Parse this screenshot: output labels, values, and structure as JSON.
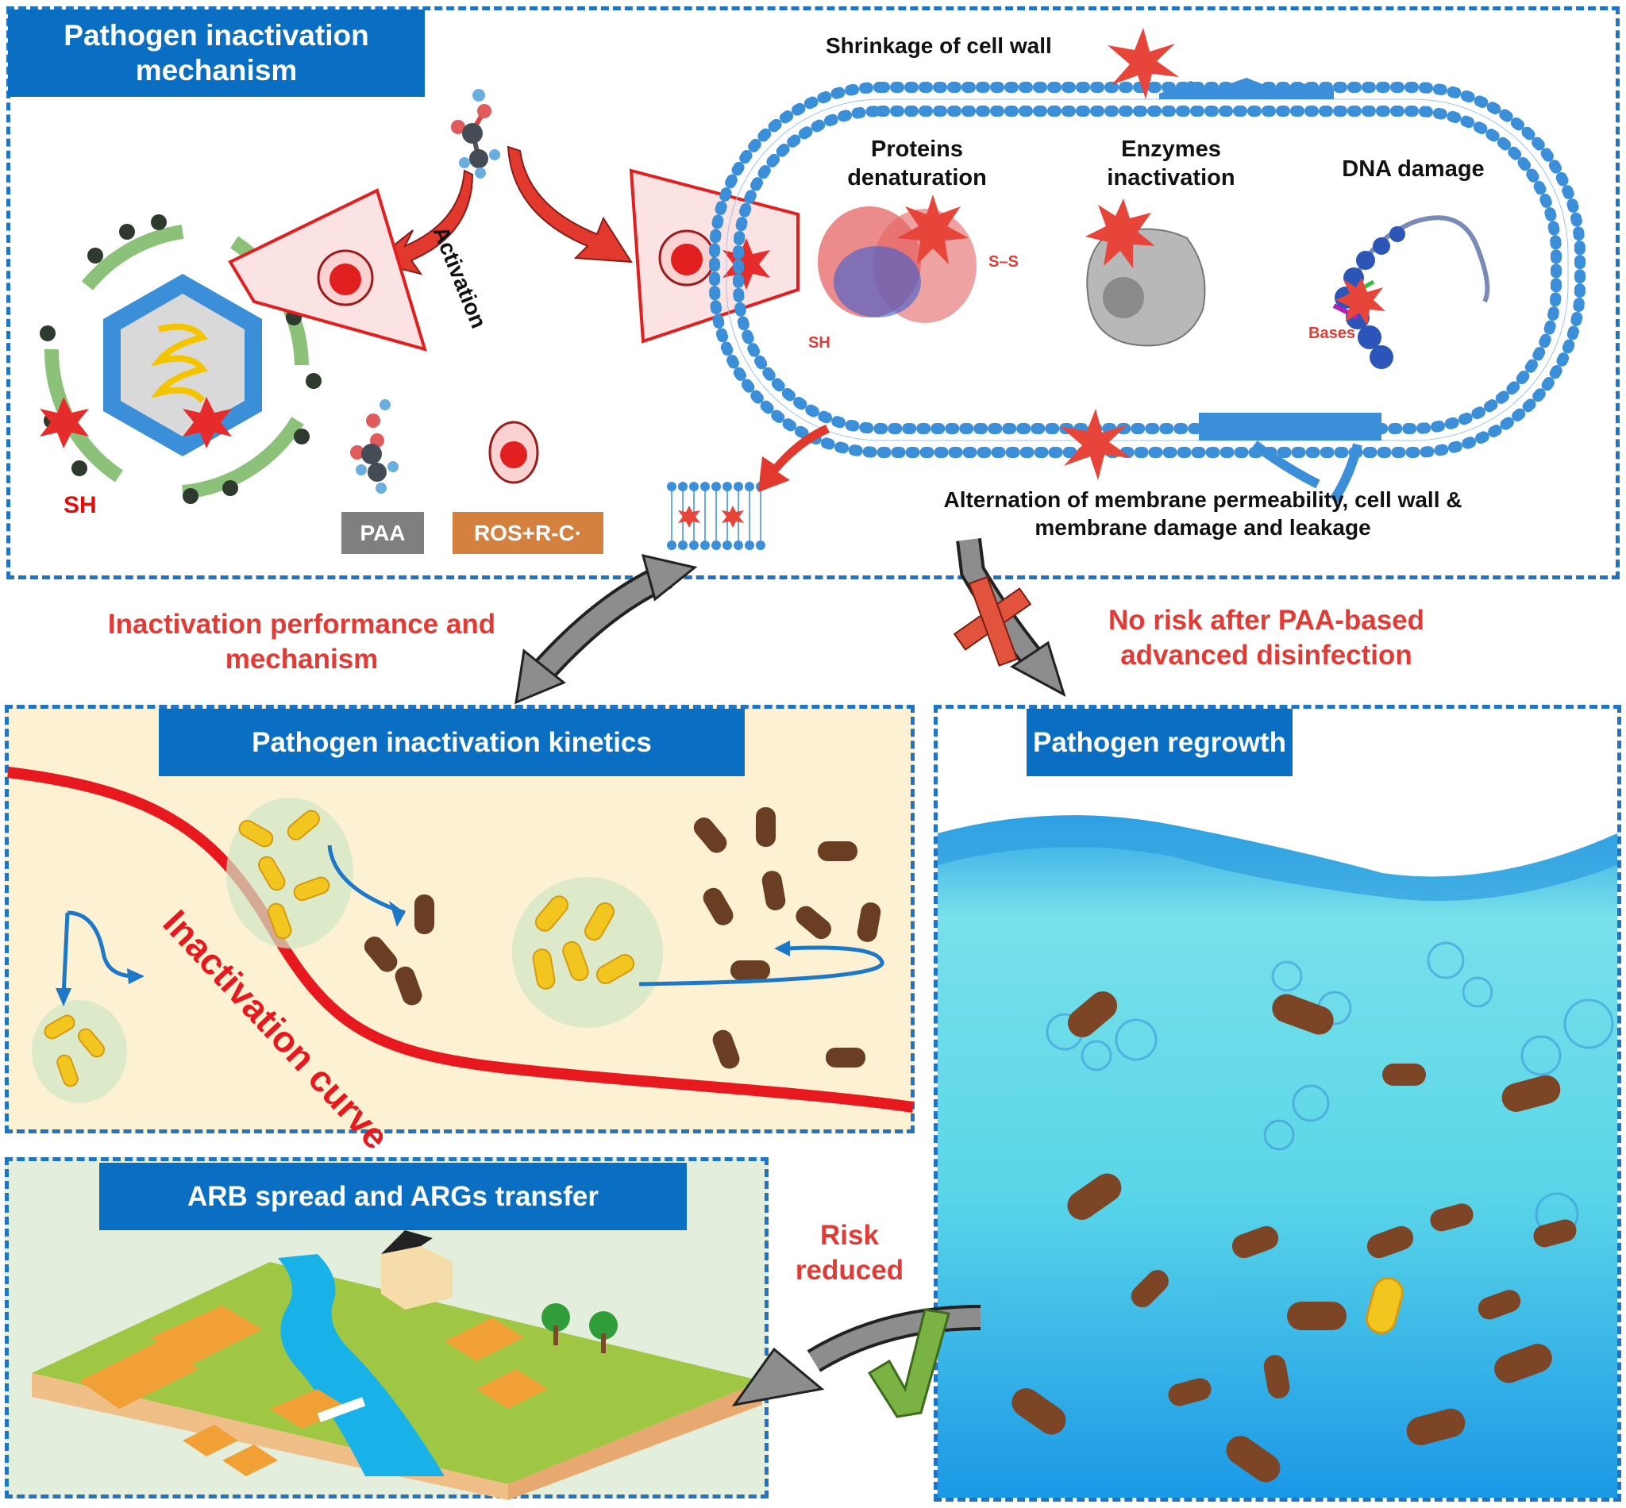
{
  "panels": {
    "mechanism": {
      "title": "Pathogen inactivation mechanism",
      "activation_label": "Activation",
      "shrinkage_label": "Shrinkage of cell wall",
      "proteins_label": "Proteins denaturation",
      "enzymes_label": "Enzymes inactivation",
      "dna_label": "DNA damage",
      "ss_label": "S–S",
      "sh_protein_label": "SH",
      "sh_virus_label": "SH",
      "bases_label": "Bases",
      "membrane_caption": "Alternation of membrane permeability, cell wall & membrane damage and leakage",
      "legend": {
        "paa": "PAA",
        "ros": "ROS+R-C·"
      }
    },
    "kinetics": {
      "title": "Pathogen inactivation kinetics",
      "curve_label": "Inactivation curve"
    },
    "regrowth": {
      "title": "Pathogen regrowth"
    },
    "arb": {
      "title": "ARB spread and ARGs transfer"
    }
  },
  "connectors": {
    "performance_label": "Inactivation performance and mechanism",
    "no_risk_label": "No risk after PAA-based advanced disinfection",
    "risk_reduced_label": "Risk reduced"
  },
  "colors": {
    "panel_border": "#1f74c4",
    "title_bg": "#0a6fc2",
    "accent_red": "#e23b35",
    "paa_tag": "#7f7f7f",
    "ros_tag": "#d4803f",
    "kinetics_bg": "#fdf1d3",
    "arb_bg": "#e3efdc",
    "membrane_blue": "#3b8fd8"
  }
}
